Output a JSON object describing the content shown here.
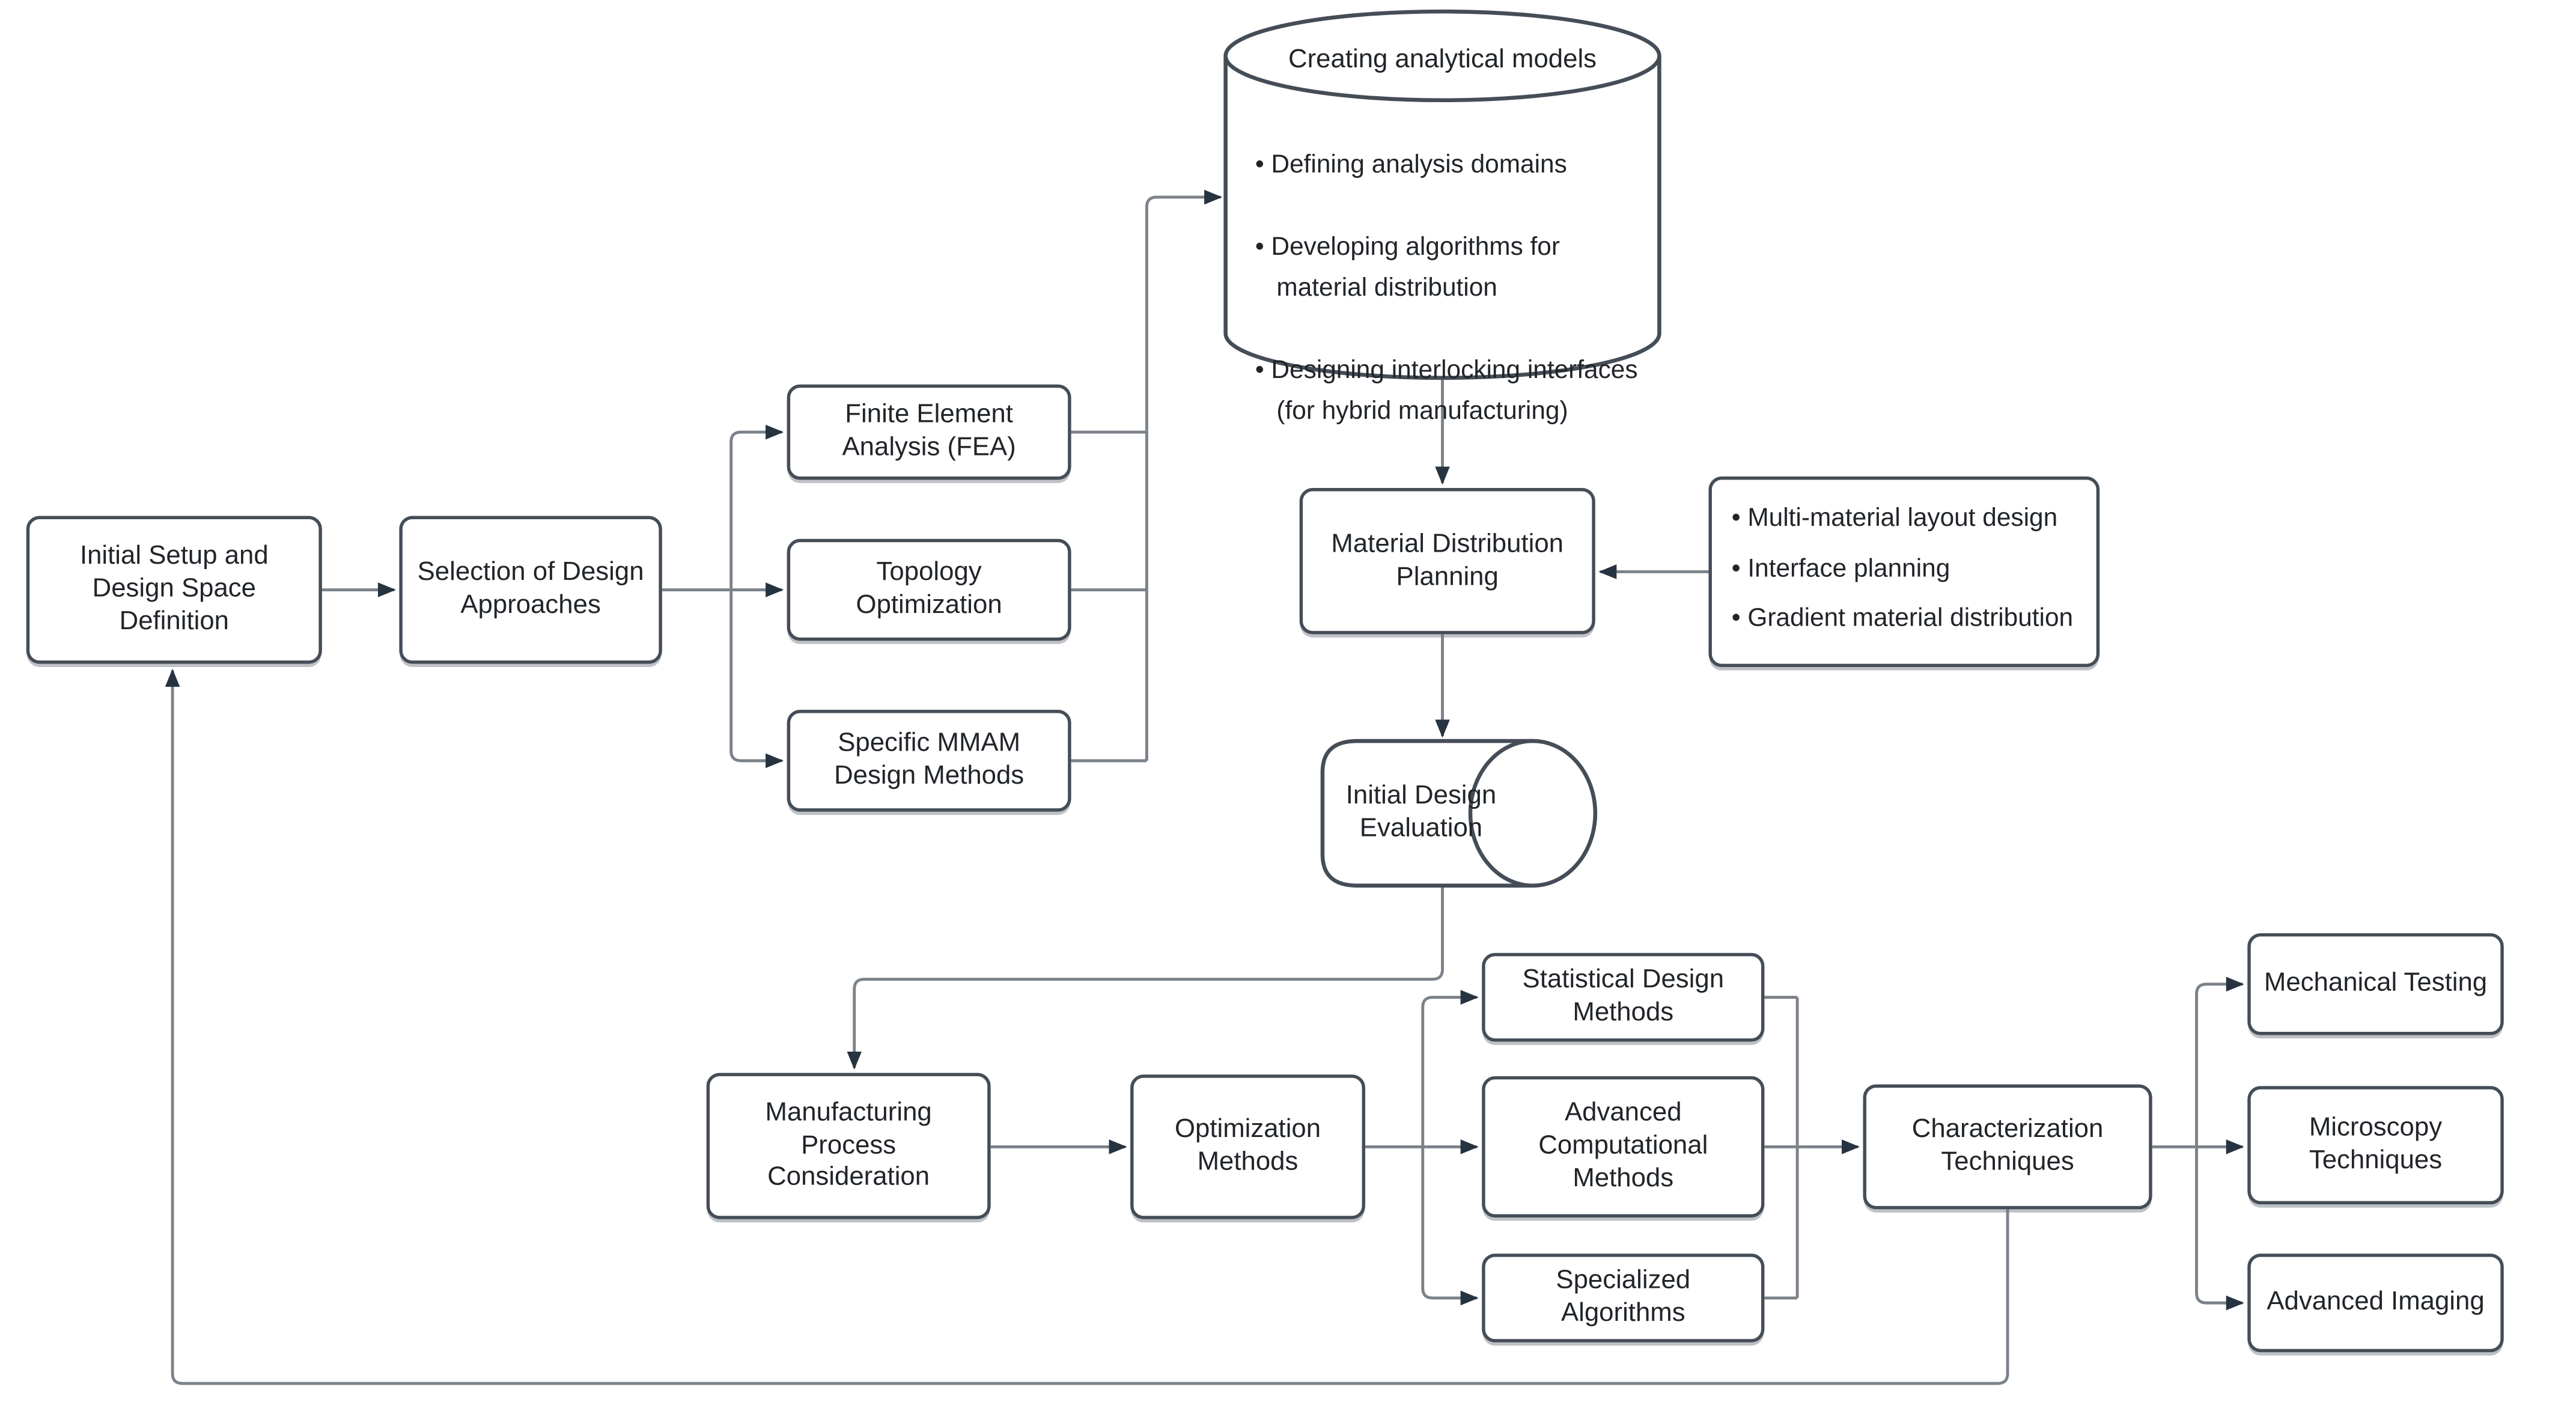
{
  "colors": {
    "border": "#454d57",
    "line": "#7b828a",
    "arrow": "#263340",
    "text": "#212529",
    "bg": "#ffffff"
  },
  "nodes": {
    "initial_setup": {
      "label": "Initial Setup and\nDesign Space\nDefinition"
    },
    "selection": {
      "label": "Selection of Design\nApproaches"
    },
    "fea": {
      "label": "Finite Element\nAnalysis (FEA)"
    },
    "topology": {
      "label": "Topology\nOptimization"
    },
    "mmam": {
      "label": "Specific MMAM\nDesign Methods"
    },
    "analytical": {
      "title": "Creating analytical models",
      "bullets": [
        "• Defining analysis domains",
        "• Developing algorithms for material distribution",
        "• Designing interlocking interfaces (for hybrid manufacturing)"
      ]
    },
    "mdp": {
      "label": "Material Distribution\nPlanning"
    },
    "mdp_notes": {
      "bullets": [
        "• Multi-material layout design",
        "• Interface planning",
        "• Gradient material distribution"
      ]
    },
    "ide": {
      "label": "Initial Design\nEvaluation"
    },
    "manufacturing": {
      "label": "Manufacturing\nProcess\nConsideration"
    },
    "optimization": {
      "label": "Optimization\nMethods"
    },
    "statistical": {
      "label": "Statistical Design\nMethods"
    },
    "advanced_comp": {
      "label": "Advanced\nComputational\nMethods"
    },
    "specialized": {
      "label": "Specialized\nAlgorithms"
    },
    "characterization": {
      "label": "Characterization\nTechniques"
    },
    "mechanical": {
      "label": "Mechanical Testing"
    },
    "microscopy": {
      "label": "Microscopy\nTechniques"
    },
    "adv_imaging": {
      "label": "Advanced Imaging"
    }
  },
  "edges": [
    {
      "from": "initial_setup",
      "to": "selection"
    },
    {
      "from": "selection",
      "to": "fea"
    },
    {
      "from": "selection",
      "to": "topology"
    },
    {
      "from": "selection",
      "to": "mmam"
    },
    {
      "from": "fea",
      "to": "analytical"
    },
    {
      "from": "topology",
      "to": "analytical"
    },
    {
      "from": "mmam",
      "to": "analytical"
    },
    {
      "from": "analytical",
      "to": "mdp"
    },
    {
      "from": "mdp_notes",
      "to": "mdp"
    },
    {
      "from": "mdp",
      "to": "ide"
    },
    {
      "from": "ide",
      "to": "manufacturing"
    },
    {
      "from": "manufacturing",
      "to": "optimization"
    },
    {
      "from": "optimization",
      "to": "statistical"
    },
    {
      "from": "optimization",
      "to": "advanced_comp"
    },
    {
      "from": "optimization",
      "to": "specialized"
    },
    {
      "from": "statistical",
      "to": "characterization"
    },
    {
      "from": "advanced_comp",
      "to": "characterization"
    },
    {
      "from": "specialized",
      "to": "characterization"
    },
    {
      "from": "characterization",
      "to": "mechanical"
    },
    {
      "from": "characterization",
      "to": "microscopy"
    },
    {
      "from": "characterization",
      "to": "adv_imaging"
    },
    {
      "from": "characterization",
      "to": "initial_setup"
    }
  ]
}
